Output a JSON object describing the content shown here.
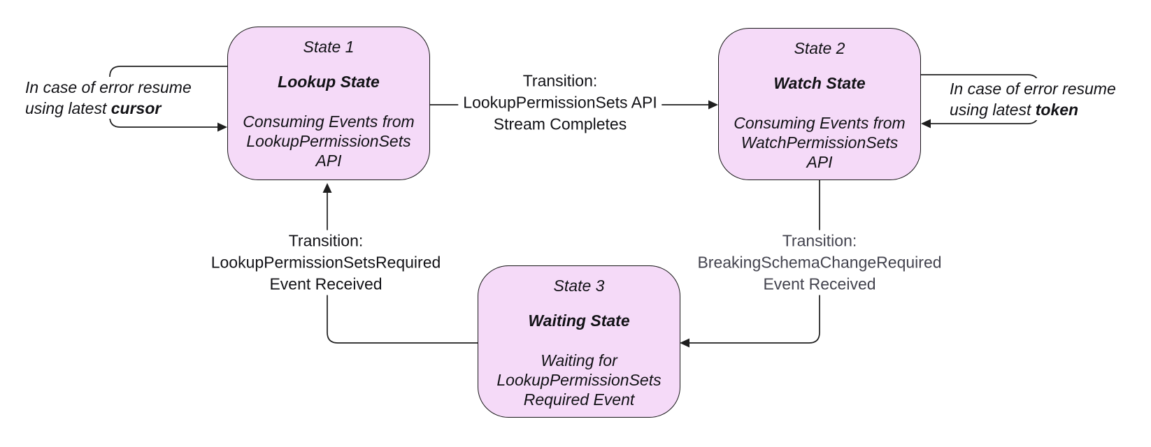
{
  "colors": {
    "background": "#ffffff",
    "node_fill": "#f5daf8",
    "node_border": "#161616",
    "edge": "#1e1e1e",
    "text": "#121216",
    "muted_label_text": "#43434e"
  },
  "nodes": {
    "state1": {
      "title": "State 1",
      "name": "Lookup State",
      "description": "Consuming Events from LookupPermissionSets API"
    },
    "state2": {
      "title": "State 2",
      "name": "Watch State",
      "description": "Consuming Events from WatchPermissionSets API"
    },
    "state3": {
      "title": "State 3",
      "name": "Waiting State",
      "description": "Waiting for LookupPermissionSets Required Event"
    }
  },
  "edge_labels": {
    "state1_to_state2": {
      "line1": "Transition:",
      "line2": "LookupPermissionSets API",
      "line3": "Stream Completes"
    },
    "state2_to_state3": {
      "line1": "Transition:",
      "line2": "BreakingSchemaChangeRequired",
      "line3": "Event Received"
    },
    "state3_to_state1": {
      "line1": "Transition:",
      "line2": "LookupPermissionSetsRequired",
      "line3": "Event Received"
    }
  },
  "loop_labels": {
    "state1_error": {
      "line1": "In case of error resume",
      "line2_prefix": "using latest ",
      "line2_bold": "cursor"
    },
    "state2_error": {
      "line1": "In case of error resume",
      "line2_prefix": "using latest ",
      "line2_bold": "token"
    }
  }
}
